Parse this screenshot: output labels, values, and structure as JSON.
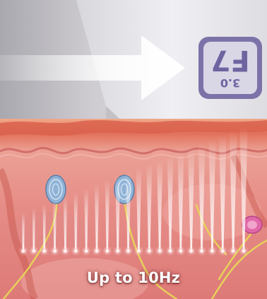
{
  "device": {
    "badge_model": "F7",
    "badge_version": "3.0",
    "body_color": "#e6e5ea",
    "badge_color": "#7d72a8"
  },
  "caption": {
    "text": "Up to 10Hz"
  },
  "colors": {
    "background_gray": "#d2d1d4",
    "arrow": "#ffffff",
    "skin_surface": "#e88b6f",
    "dermis": "#e9938a",
    "nerve": "#e8d35a",
    "receptor_blue": "#8fb2d6",
    "beam": "#ffffff"
  },
  "icons": [
    "right-arrow-icon",
    "device-badge",
    "nerve-receptor-icon",
    "energy-beam-icon"
  ]
}
